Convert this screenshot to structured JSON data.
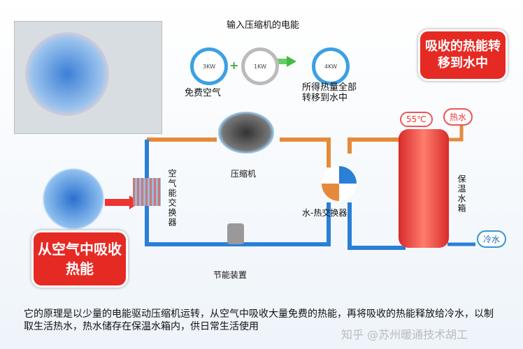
{
  "top": {
    "input_label": "输入压缩机的电能",
    "free_air": "免费空气",
    "result": "所得热量全部转移到水中",
    "gauges": [
      "3KW",
      "1KW",
      "4KW"
    ],
    "plus": "+"
  },
  "bubbles": {
    "absorb_air": "从空气中吸收热能",
    "transfer": "吸收的热能转移到水中"
  },
  "components": {
    "compressor": "压缩机",
    "air_exchanger": "空气能交换器",
    "water_exchanger": "水-热交换器",
    "tank": "保温水箱",
    "valve": "节能装置",
    "hot_water": "热水",
    "cold_water": "冷水",
    "temp": "55℃"
  },
  "caption": "它的原理是以少量的电能驱动压缩机运转，从空气中吸收大量免费的热能，再将吸收的热能释放给冷水，以制取生活热水，热水储存在保温水箱内，供日常生活使用",
  "watermark": "知乎 @苏州暖通技术胡工"
}
